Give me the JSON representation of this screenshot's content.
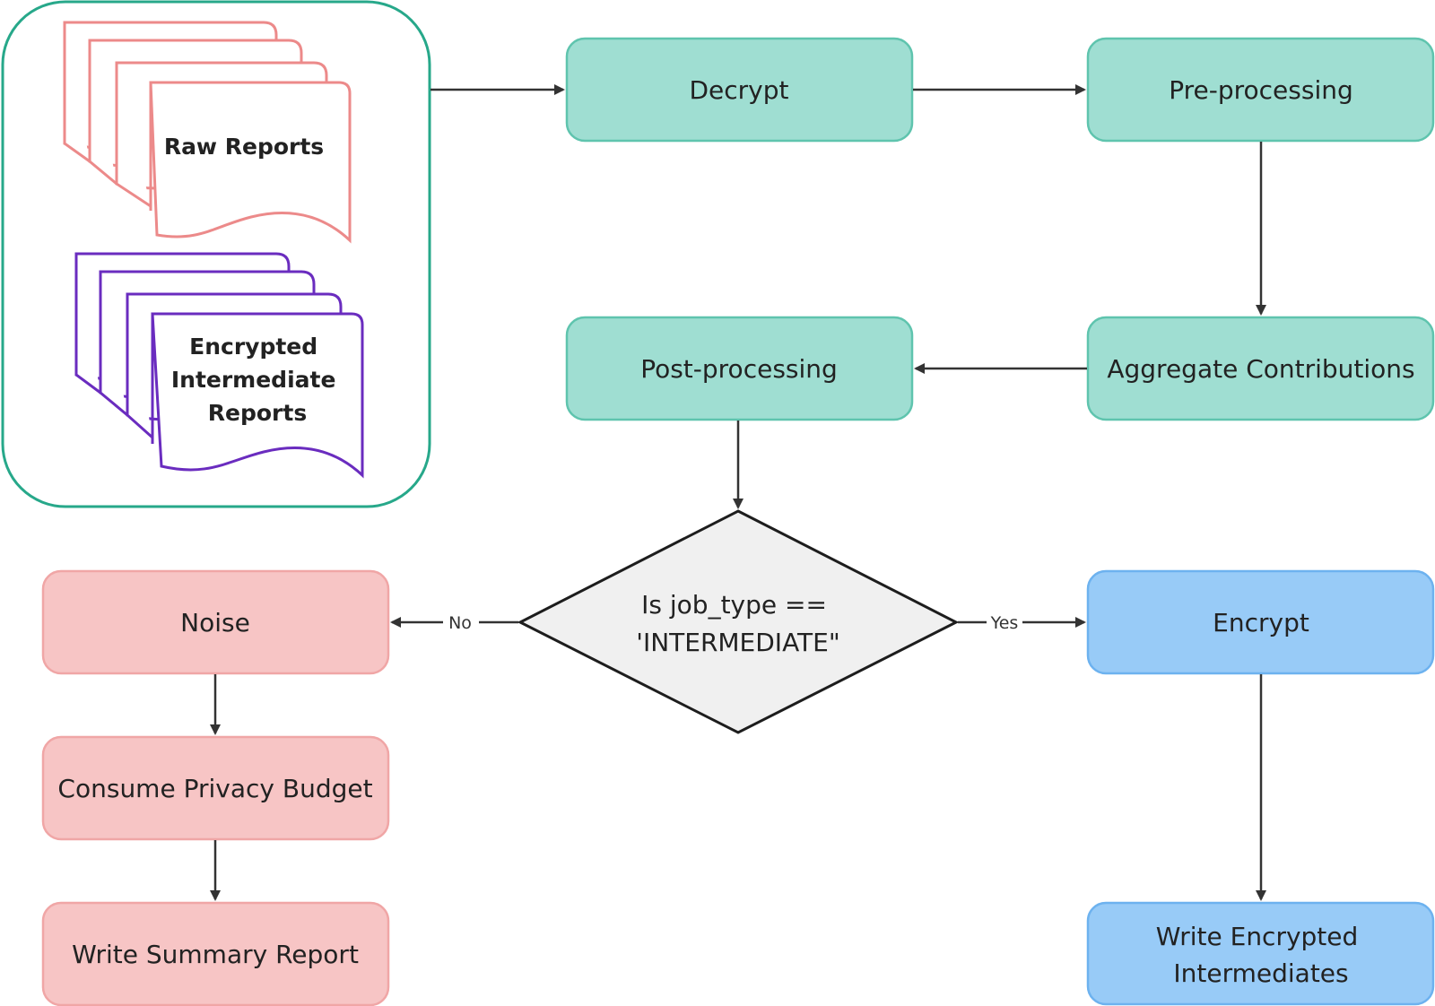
{
  "colors": {
    "teal_fill": "#9fded2",
    "teal_stroke": "#5fc4ae",
    "group_stroke": "#27a88a",
    "pink_fill": "#f7c5c5",
    "pink_stroke": "#f0a6a6",
    "blue_fill": "#98cbf7",
    "blue_stroke": "#6db2ef",
    "decision_fill": "#f0f0f0",
    "decision_stroke": "#1d1d1d",
    "raw_doc_stroke": "#ec8a8a",
    "enc_doc_stroke": "#6a2cbf",
    "arrow": "#333333"
  },
  "input_group": {
    "raw_reports_label": "Raw Reports",
    "encrypted_reports_lines": [
      "Encrypted",
      "Intermediate",
      "Reports"
    ]
  },
  "nodes": {
    "decrypt": "Decrypt",
    "preprocessing": "Pre-processing",
    "aggregate": "Aggregate Contributions",
    "postprocessing": "Post-processing",
    "decision_lines": [
      "Is job_type ==",
      "'INTERMEDIATE\""
    ],
    "noise": "Noise",
    "consume_budget": "Consume Privacy Budget",
    "write_summary": "Write Summary Report",
    "encrypt": "Encrypt",
    "write_encrypted_lines": [
      "Write Encrypted",
      "Intermediates"
    ]
  },
  "edges": {
    "no_label": "No",
    "yes_label": "Yes"
  }
}
